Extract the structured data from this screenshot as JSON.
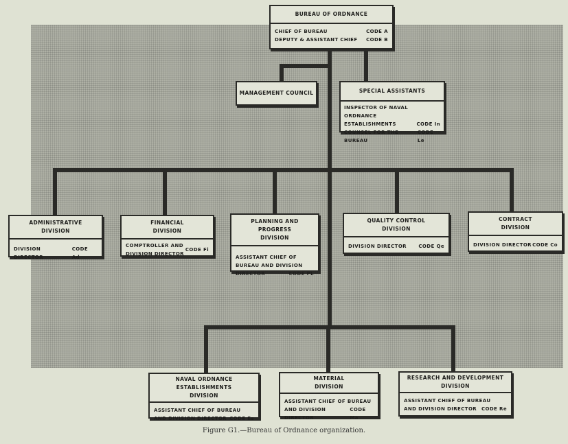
{
  "bureau": {
    "title": "BUREAU OF ORDNANCE",
    "rows": [
      {
        "role": "CHIEF OF BUREAU",
        "code": "CODE A"
      },
      {
        "role": "DEPUTY & ASSISTANT CHIEF",
        "code": "CODE B"
      }
    ]
  },
  "management": {
    "title": "MANAGEMENT COUNCIL"
  },
  "special": {
    "title": "SPECIAL ASSISTANTS",
    "line1": "INSPECTOR OF NAVAL ORDNANCE",
    "line2": "ESTABLISHMENTS",
    "code1": "CODE In",
    "line3": "COUNSEL FOR THE BUREAU",
    "code2": "CODE Le"
  },
  "divisions": [
    {
      "title1": "ADMINISTRATIVE",
      "title2": "DIVISION",
      "role": "DIVISION DIRECTOR",
      "code": "CODE Ad"
    },
    {
      "title1": "FINANCIAL",
      "title2": "DIVISION",
      "role1": "COMPTROLLER AND",
      "role2": "DIVISION DIRECTOR",
      "code": "CODE Fi"
    },
    {
      "title1": "PLANNING AND PROGRESS",
      "title2": "DIVISION",
      "role1": "ASSISTANT CHIEF OF",
      "role2": "BUREAU AND DIVISION",
      "role3": "DIRECTOR",
      "code": "CODE PL"
    },
    {
      "title1": "QUALITY CONTROL",
      "title2": "DIVISION",
      "role": "DIVISION DIRECTOR",
      "code": "CODE Qe"
    },
    {
      "title1": "CONTRACT",
      "title2": "DIVISION",
      "role": "DIVISION DIRECTOR",
      "code": "CODE Co"
    }
  ],
  "lower": [
    {
      "title1": "NAVAL ORDNANCE ESTABLISHMENTS",
      "title2": "DIVISION",
      "role1": "ASSISTANT CHIEF OF BUREAU",
      "role2": "AND DIVISION DIRECTOR",
      "code": "CODE Es"
    },
    {
      "title1": "MATERIAL",
      "title2": "DIVISION",
      "role1": "ASSISTANT CHIEF OF BUREAU",
      "role2": "AND DIVISION DIRECTOR",
      "code": "CODE Ma"
    },
    {
      "title1": "RESEARCH AND DEVELOPMENT",
      "title2": "DIVISION",
      "role1": "ASSISTANT CHIEF OF BUREAU",
      "role2": "AND DIVISION DIRECTOR",
      "code": "CODE Re"
    }
  ],
  "caption": "Figure G1.—Bureau of Ordnance organization."
}
